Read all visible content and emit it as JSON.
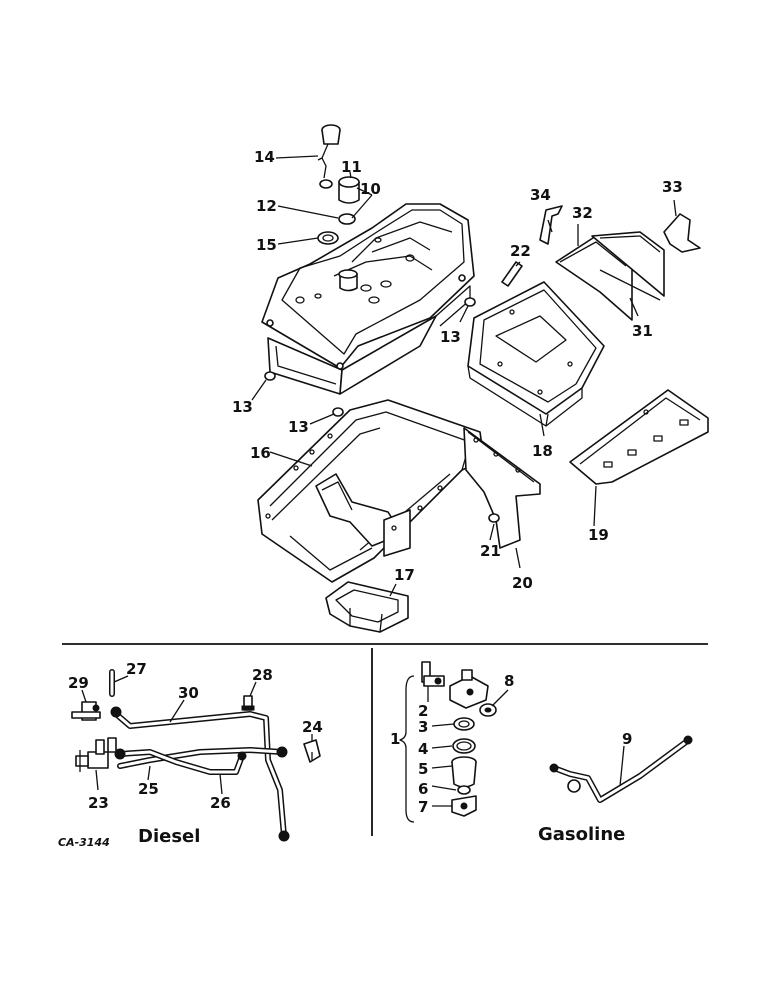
{
  "drawing_code": "CA-3144",
  "section_labels": {
    "diesel": "Diesel",
    "gasoline": "Gasoline"
  },
  "callouts": {
    "c1": "1",
    "c2": "2",
    "c3": "3",
    "c4": "4",
    "c5": "5",
    "c6": "6",
    "c7": "7",
    "c8": "8",
    "c9": "9",
    "c10": "10",
    "c11": "11",
    "c12": "12",
    "c13a": "13",
    "c13b": "13",
    "c13c": "13",
    "c14": "14",
    "c15": "15",
    "c16": "16",
    "c17": "17",
    "c18": "18",
    "c19": "19",
    "c20": "20",
    "c21": "21",
    "c22": "22",
    "c23": "23",
    "c24": "24",
    "c25": "25",
    "c26": "26",
    "c27": "27",
    "c28": "28",
    "c29": "29",
    "c30": "30",
    "c31": "31",
    "c32": "32",
    "c33": "33",
    "c34": "34"
  },
  "colors": {
    "ink": "#111111",
    "paper": "#ffffff"
  }
}
